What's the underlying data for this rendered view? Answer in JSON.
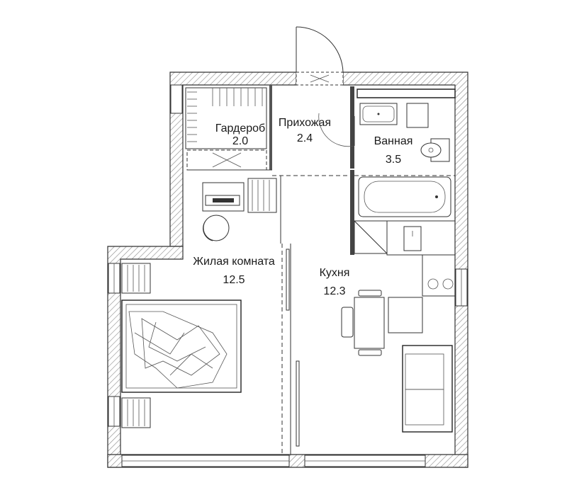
{
  "plan": {
    "rooms": [
      {
        "id": "wardrobe",
        "name": "Гардероб",
        "area": "2.0"
      },
      {
        "id": "hallway",
        "name": "Прихожая",
        "area": "2.4"
      },
      {
        "id": "bathroom",
        "name": "Ванная",
        "area": "3.5"
      },
      {
        "id": "living",
        "name": "Жилая комната",
        "area": "12.5"
      },
      {
        "id": "kitchen",
        "name": "Кухня",
        "area": "12.3"
      }
    ]
  }
}
